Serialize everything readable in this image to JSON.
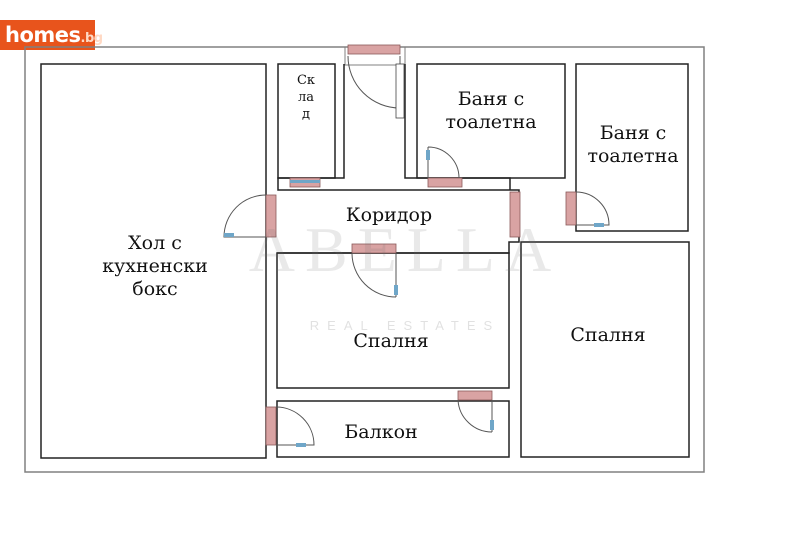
{
  "site_logo": {
    "name": "homes",
    "tld": ".bg"
  },
  "watermark": {
    "brand": "ABELLA",
    "tagline": "REAL ESTATES"
  },
  "rooms": {
    "living_kitchen": "Хол с\nкухненски\nбокс",
    "storage": "Склад",
    "bathroom_1": "Баня с\nтоалетна",
    "bathroom_2": "Баня с\nтоалетна",
    "corridor": "Коридор",
    "bedroom_1": "Спалня",
    "bedroom_2": "Спалня",
    "balcony": "Балкон"
  },
  "colors": {
    "wall": "#7f7f7f",
    "door_leaf": "#d9a3a3",
    "door_swing": "#555555",
    "logo_bg": "#e8541c"
  }
}
